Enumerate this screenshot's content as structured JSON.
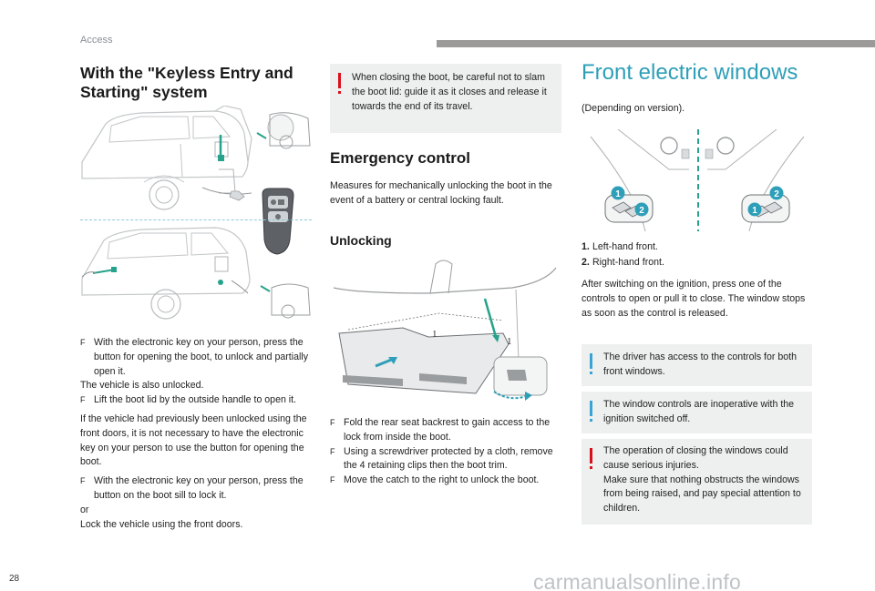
{
  "header": {
    "section": "Access",
    "page_number": "28"
  },
  "keyless": {
    "title_prefix": "With the \"",
    "title_bold": "Keyless Entry and Starting",
    "title_suffix": "\" system",
    "bullet1": "With the electronic key on your person, press the button for opening the boot, to unlock and partially open it.",
    "line_unlocked": "The vehicle is also unlocked.",
    "bullet2": "Lift the boot lid by the outside handle to open it.",
    "para": "If the vehicle had previously been unlocked using the front doors, it is not necessary to have the electronic key on your person to use the button for opening the boot.",
    "bullet3": "With the electronic key on your person, press the button on the boot sill to lock it.",
    "or": "or",
    "lock_line": "Lock the vehicle using the front doors."
  },
  "middle": {
    "warning": "When closing the boot, be careful not to slam the boot lid: guide it as it closes and release it towards the end of its travel.",
    "emergency_title": "Emergency control",
    "emergency_text": "Measures for mechanically unlocking the boot in the event of a battery or central locking fault.",
    "unlocking_title": "Unlocking",
    "figure_label": "1",
    "steps": [
      "Fold the rear seat backrest to gain access to the lock from inside the boot.",
      "Using a screwdriver protected by a cloth, remove the 4 retaining clips then the boot trim.",
      "Move the catch to the right to unlock the boot."
    ]
  },
  "windows": {
    "title": "Front electric windows",
    "version": "(Depending on version).",
    "callouts": [
      "1",
      "2"
    ],
    "legend": [
      {
        "num": "1.",
        "text": "Left-hand front."
      },
      {
        "num": "2.",
        "text": "Right-hand front."
      }
    ],
    "para": "After switching on the ignition, press one of the controls to open or pull it to close. The window stops as soon as the control is released.",
    "info1": "The driver has access to the controls for both front windows.",
    "info2": "The window controls are inoperative with the ignition switched off.",
    "warn1": "The operation of closing the windows could cause serious injuries.",
    "warn2": "Make sure that nothing obstructs the windows from being raised, and pay special attention to children."
  },
  "bullet_marker": "F",
  "watermark": "carmanualsonline.info",
  "colors": {
    "accent": "#2e9fb8",
    "warning": "#d8101c",
    "info": "#3aa3d6",
    "note_bg": "#eef0f0",
    "key_teal": "#27a28c"
  }
}
